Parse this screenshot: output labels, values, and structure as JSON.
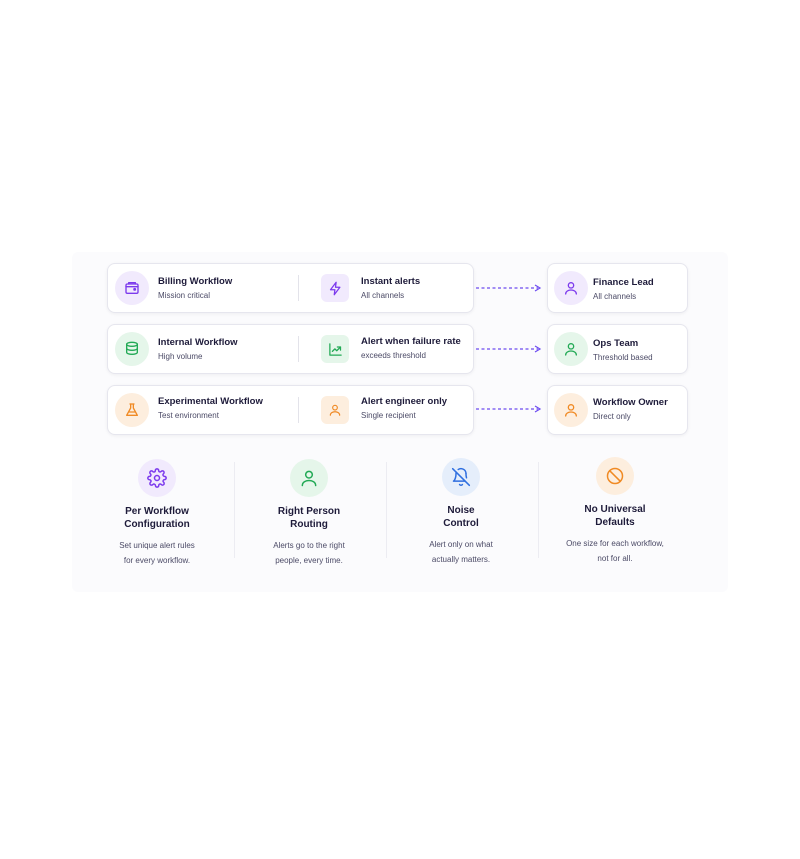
{
  "colors": {
    "purple": "#7c3aed",
    "purple_bg": "#f1eafd",
    "green": "#22a955",
    "green_bg": "#e5f6ea",
    "orange": "#f08a24",
    "orange_bg": "#fdeede",
    "blue": "#2f6fe0",
    "blue_bg": "#e5eefb",
    "arrow": "#6d4bf0"
  },
  "rows": [
    {
      "workflow": {
        "title": "Billing Workflow",
        "subtitle": "Mission critical",
        "icon": "wallet-icon"
      },
      "rule": {
        "title": "Instant alerts",
        "subtitle": "All channels",
        "icon": "lightning-icon"
      },
      "recipient": {
        "title": "Finance Lead",
        "subtitle": "All channels",
        "icon": "user-icon"
      }
    },
    {
      "workflow": {
        "title": "Internal Workflow",
        "subtitle": "High volume",
        "icon": "database-icon"
      },
      "rule": {
        "title": "Alert when failure rate",
        "subtitle": "exceeds threshold",
        "icon": "trend-chart-icon"
      },
      "recipient": {
        "title": "Ops Team",
        "subtitle": "Threshold based",
        "icon": "user-icon"
      }
    },
    {
      "workflow": {
        "title": "Experimental Workflow",
        "subtitle": "Test environment",
        "icon": "flask-icon"
      },
      "rule": {
        "title": "Alert engineer only",
        "subtitle": "Single recipient",
        "icon": "user-icon"
      },
      "recipient": {
        "title": "Workflow Owner",
        "subtitle": "Direct only",
        "icon": "user-icon"
      }
    }
  ],
  "features": [
    {
      "title": "Per Workflow\nConfiguration",
      "desc": "Set unique alert rules\nfor every workflow.",
      "icon": "gear-icon"
    },
    {
      "title": "Right Person\nRouting",
      "desc": "Alerts go to the right\npeople, every time.",
      "icon": "user-icon"
    },
    {
      "title": "Noise\nControl",
      "desc": "Alert only on what\nactually matters.",
      "icon": "bell-off-icon"
    },
    {
      "title": "No Universal\nDefaults",
      "desc": "One size for each workflow,\nnot for all.",
      "icon": "ban-icon"
    }
  ]
}
